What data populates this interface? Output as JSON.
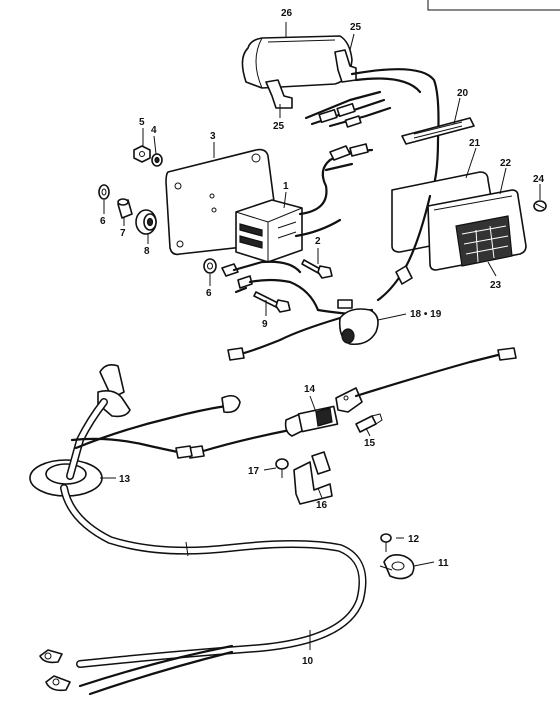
{
  "diagram": {
    "part_labels": [
      {
        "id": "p26",
        "text": "26"
      },
      {
        "id": "p25a",
        "text": "25"
      },
      {
        "id": "p25b",
        "text": "25"
      },
      {
        "id": "p20",
        "text": "20"
      },
      {
        "id": "p5",
        "text": "5"
      },
      {
        "id": "p4",
        "text": "4"
      },
      {
        "id": "p3",
        "text": "3"
      },
      {
        "id": "p1",
        "text": "1"
      },
      {
        "id": "p21",
        "text": "21"
      },
      {
        "id": "p22",
        "text": "22"
      },
      {
        "id": "p24",
        "text": "24"
      },
      {
        "id": "p6a",
        "text": "6"
      },
      {
        "id": "p7",
        "text": "7"
      },
      {
        "id": "p8",
        "text": "8"
      },
      {
        "id": "p2",
        "text": "2"
      },
      {
        "id": "p23",
        "text": "23"
      },
      {
        "id": "p6b",
        "text": "6"
      },
      {
        "id": "p9",
        "text": "9"
      },
      {
        "id": "p18_19",
        "text": "18 • 19"
      },
      {
        "id": "p14",
        "text": "14"
      },
      {
        "id": "p15",
        "text": "15"
      },
      {
        "id": "p13",
        "text": "13"
      },
      {
        "id": "p17",
        "text": "17"
      },
      {
        "id": "p16",
        "text": "16"
      },
      {
        "id": "p12",
        "text": "12"
      },
      {
        "id": "p11",
        "text": "11"
      },
      {
        "id": "p10",
        "text": "10"
      }
    ]
  },
  "colors": {
    "ink": "#111111",
    "paper": "#ffffff"
  }
}
